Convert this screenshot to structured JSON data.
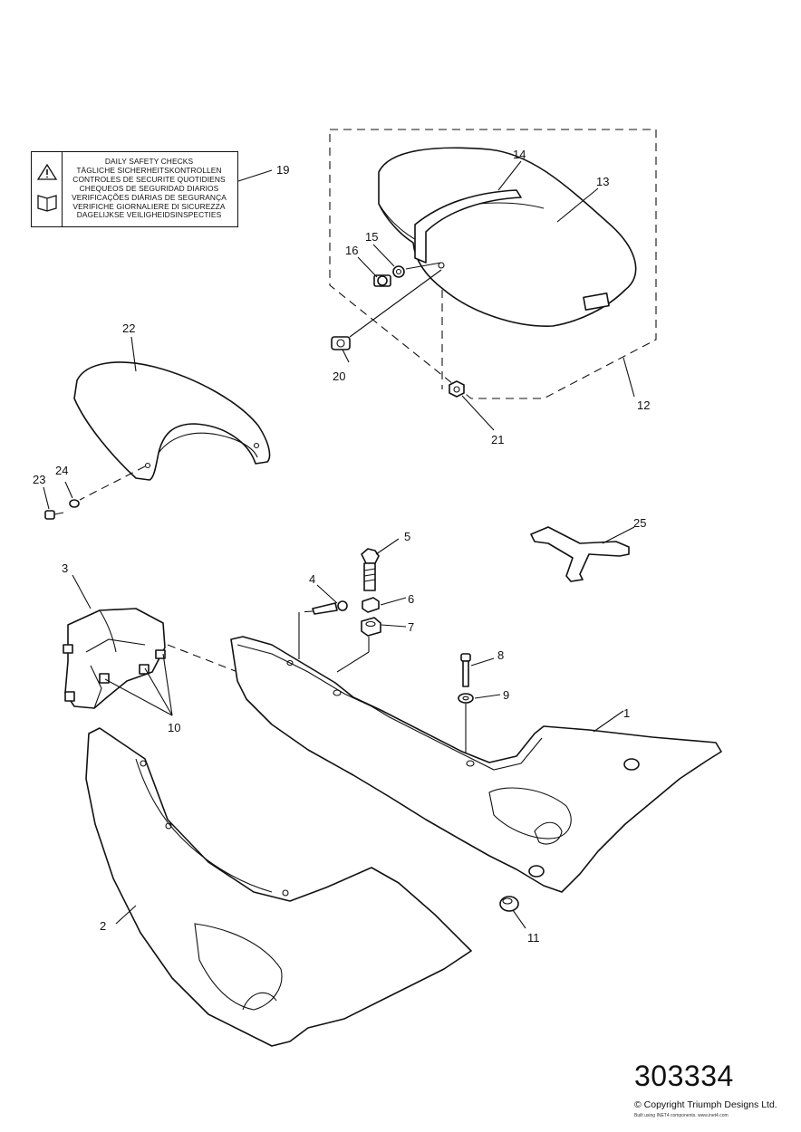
{
  "warning_label": {
    "lines": [
      "DAILY SAFETY CHECKS",
      "TÄGLICHE SICHERHEITSKONTROLLEN",
      "CONTROLES DE SECURITE QUOTIDIENS",
      "CHEQUEOS DE SEGURIDAD DIARIOS",
      "VERIFICAÇÕES DIÁRIAS DE SEGURANÇA",
      "VERIFICHE GIORNALIERE DI SICUREZZA",
      "DAGELIJKSE VEILIGHEIDSINSPECTIES"
    ],
    "icons": [
      "warning-triangle-icon",
      "manual-book-icon"
    ]
  },
  "callouts": {
    "c1": "1",
    "c2": "2",
    "c3": "3",
    "c4": "4",
    "c5": "5",
    "c6": "6",
    "c7": "7",
    "c8": "8",
    "c9": "9",
    "c10": "10",
    "c11": "11",
    "c12": "12",
    "c13": "13",
    "c14": "14",
    "c15": "15",
    "c16": "16",
    "c19": "19",
    "c20": "20",
    "c21": "21",
    "c22": "22",
    "c23": "23",
    "c24": "24",
    "c25": "25"
  },
  "footer": {
    "reference_number": "303334",
    "copyright": "© Copyright Triumph Designs Ltd.",
    "built_with": "Built using INET4 components. www.inet4.com"
  }
}
